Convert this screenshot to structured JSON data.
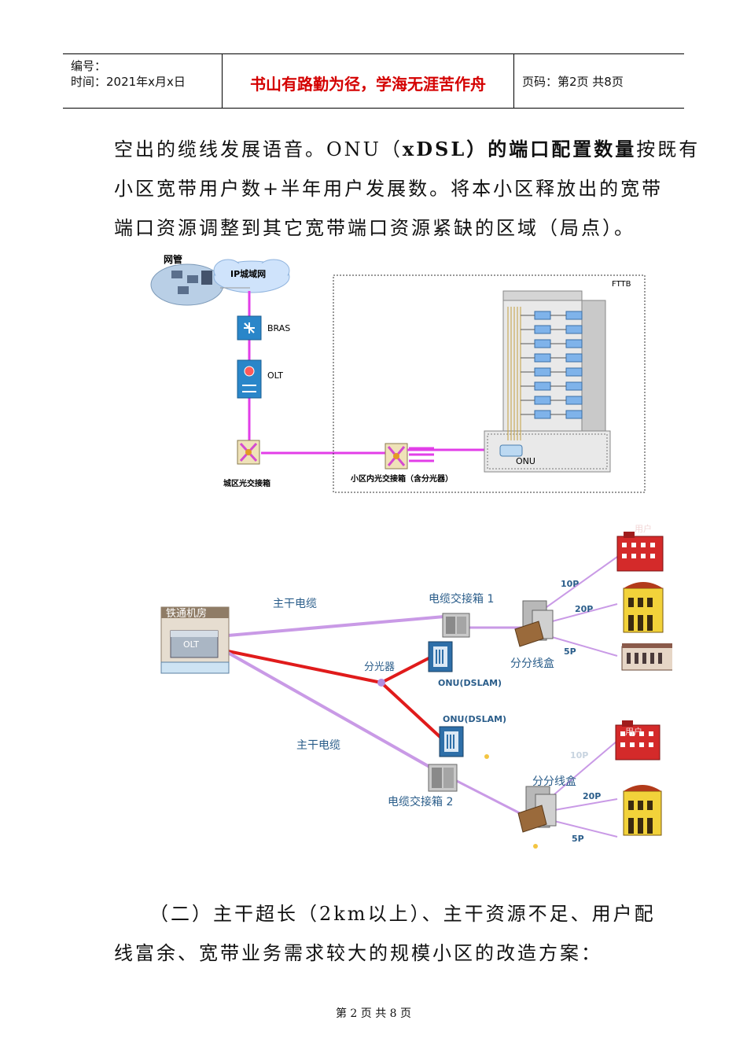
{
  "header": {
    "number_label": "编号：",
    "date_label": "时间：2021年x月x日",
    "motto": "书山有路勤为径，学海无涯苦作舟",
    "page_label": "页码：第2页  共8页"
  },
  "paragraph1": {
    "line1_a": "空出的缆线发展语音。ONU（",
    "line1_b": "xDSL）的端口配置数量",
    "line1_c": "按既有",
    "line2": "小区宽带用户数+半年用户发展数。将本小区释放出的宽带",
    "line3": "端口资源调整到其它宽带端口资源紧缺的区域（局点）。"
  },
  "diagram1": {
    "nms": "网管",
    "ip_network": "IP城域网",
    "bras": "BRAS",
    "olt": "OLT",
    "fttb": "FTTB",
    "onu": "ONU",
    "city_box": "城区光交接箱",
    "community_box": "小区内光交接箱（含分光器）"
  },
  "diagram2": {
    "room": "铁通机房",
    "olt": "OLT",
    "trunk1": "主干电缆",
    "trunk2": "主干电缆",
    "splitter": "分光器",
    "cabinet1": "电缆交接箱 1",
    "cabinet2": "电缆交接箱 2",
    "onu1": "ONU(DSLAM)",
    "onu2": "ONU(DSLAM)",
    "dist1": "分分线盒",
    "dist2": "分分线盒",
    "p10a": "10P",
    "p20a": "20P",
    "p5a": "5P",
    "p10b": "10P",
    "p20b": "20P",
    "p5b": "5P",
    "user1": "用户",
    "user2": "用户"
  },
  "paragraph2": {
    "line1": "（二）主干超长（2km以上）、主干资源不足、用户配",
    "line2": "线富余、宽带业务需求较大的规模小区的改造方案："
  },
  "footer": "第 2 页 共 8 页"
}
